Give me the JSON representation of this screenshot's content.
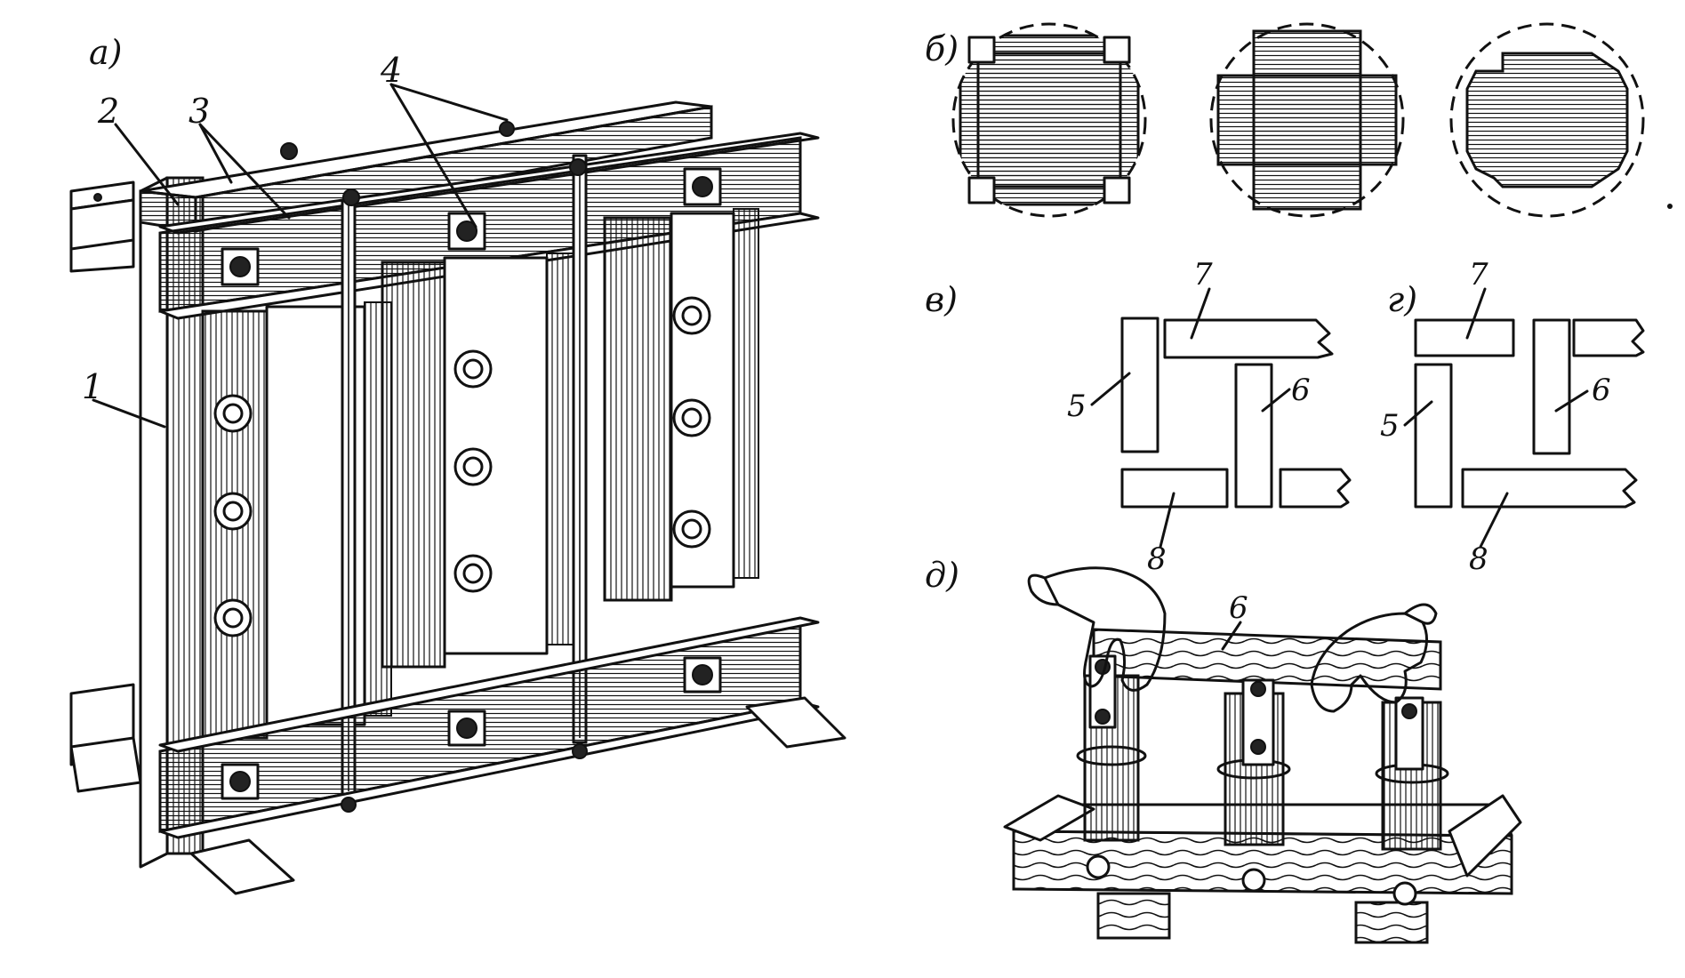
{
  "panels": {
    "a": "а)",
    "b": "б)",
    "v": "в)",
    "g": "г)",
    "d": "д)"
  },
  "callouts": {
    "c1": "1",
    "c2": "2",
    "c3": "3",
    "c4": "4",
    "c5": "5",
    "c6": "6",
    "c7": "7",
    "c8": "8"
  },
  "colors": {
    "ink": "#111111",
    "paper": "#ffffff"
  }
}
